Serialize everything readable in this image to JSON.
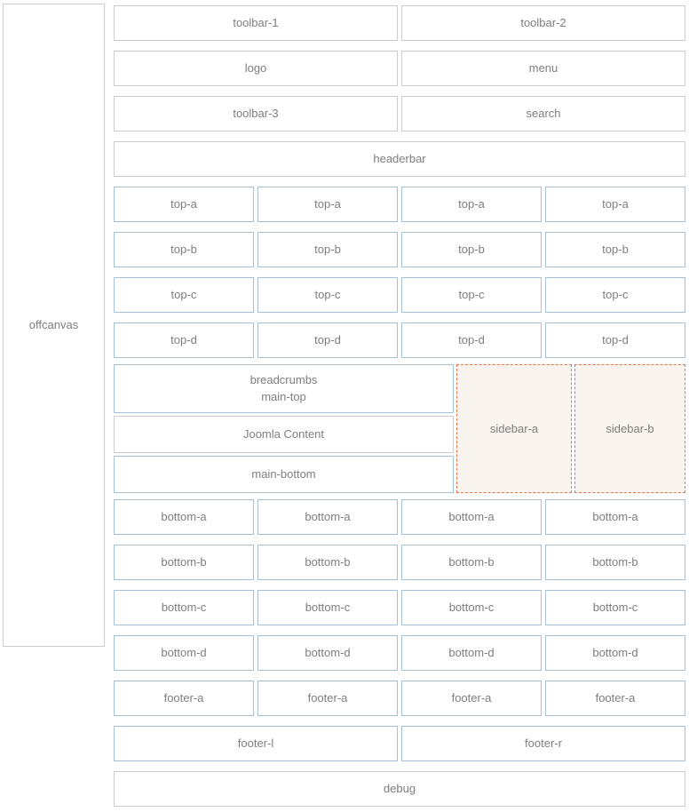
{
  "colors": {
    "border_gray": "#cccccc",
    "border_blue": "#a3c2da",
    "border_orange": "#e5744e",
    "sidebar_background": "#faf4ee",
    "label_text": "#7e7e7e",
    "page_background": "#ffffff"
  },
  "offcanvas_label": "offcanvas",
  "rows": {
    "toolbar_top": [
      "toolbar-1",
      "toolbar-2"
    ],
    "branding": [
      "logo",
      "menu"
    ],
    "toolbar_search": [
      "toolbar-3",
      "search"
    ],
    "headerbar": "headerbar",
    "top_a": [
      "top-a",
      "top-a",
      "top-a",
      "top-a"
    ],
    "top_b": [
      "top-b",
      "top-b",
      "top-b",
      "top-b"
    ],
    "top_c": [
      "top-c",
      "top-c",
      "top-c",
      "top-c"
    ],
    "top_d": [
      "top-d",
      "top-d",
      "top-d",
      "top-d"
    ],
    "main": {
      "breadcrumbs": "breadcrumbs",
      "main_top": "main-top",
      "content": "Joomla Content",
      "main_bottom": "main-bottom",
      "sidebar_a": "sidebar-a",
      "sidebar_b": "sidebar-b"
    },
    "bottom_a": [
      "bottom-a",
      "bottom-a",
      "bottom-a",
      "bottom-a"
    ],
    "bottom_b": [
      "bottom-b",
      "bottom-b",
      "bottom-b",
      "bottom-b"
    ],
    "bottom_c": [
      "bottom-c",
      "bottom-c",
      "bottom-c",
      "bottom-c"
    ],
    "bottom_d": [
      "bottom-d",
      "bottom-d",
      "bottom-d",
      "bottom-d"
    ],
    "footer_a": [
      "footer-a",
      "footer-a",
      "footer-a",
      "footer-a"
    ],
    "footer_lr": [
      "footer-l",
      "footer-r"
    ],
    "debug": "debug"
  }
}
